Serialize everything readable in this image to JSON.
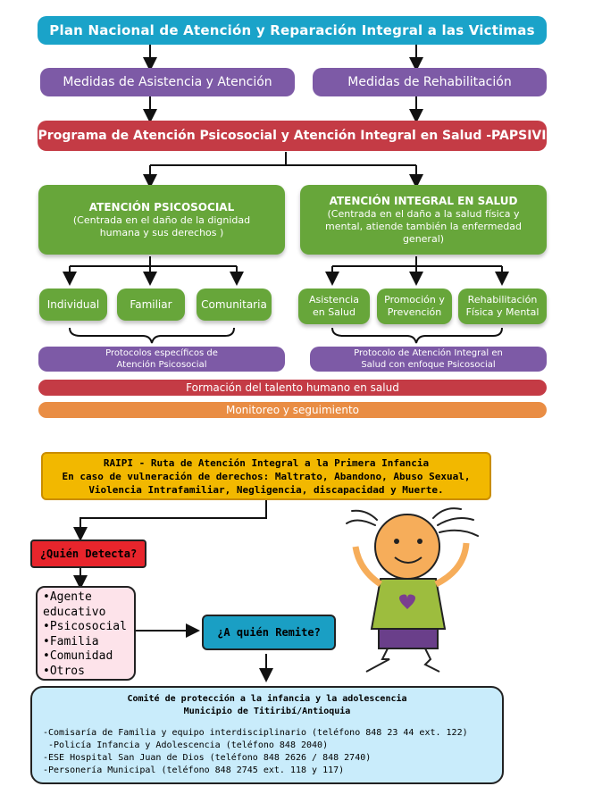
{
  "top": {
    "title": "Plan Nacional de Atención y Reparación Integral a las Victimas",
    "left_measure": "Medidas de Asistencia y Atención",
    "right_measure": "Medidas de Rehabilitación",
    "program": "Programa de Atención Psicosocial y Atención Integral en Salud -PAPSIVI",
    "psico_title": "ATENCIÓN PSICOSOCIAL",
    "psico_sub": "(Centrada en el daño de la dignidad humana y sus derechos )",
    "salud_title": "ATENCIÓN INTEGRAL EN SALUD",
    "salud_sub": "(Centrada en el daño a la salud física y mental, atiende también la enfermedad general)",
    "individual": "Individual",
    "familiar": "Familiar",
    "comunitaria": "Comunitaria",
    "asistencia": "Asistencia en Salud",
    "promocion": "Promoción y Prevención",
    "rehabilitacion": "Rehabilitación Física y Mental",
    "protocolos_psico": "Protocolos específicos de Atención Psicosocial",
    "protocolo_salud": "Protocolo de Atención Integral en Salud con enfoque Psicosocial",
    "formacion": "Formación del talento humano en salud",
    "monitoreo": "Monitoreo y seguimiento"
  },
  "raipi": {
    "line1": "RAIPI - Ruta de Atención Integral a la Primera Infancia",
    "line2": "En caso de vulneración de derechos: Maltrato, Abandono, Abuso Sexual,",
    "line3": "Violencia Intrafamiliar, Negligencia, discapacidad y Muerte.",
    "quien_detecta": "¿Quién Detecta?",
    "detectores": [
      "•Agente",
      "educativo",
      "•Psicosocial",
      "•Familia",
      "•Comunidad",
      "•Otros"
    ],
    "quien_remite": "¿A quién Remite?",
    "comite_title": "Comité de protección a la infancia y la adolescencia",
    "comite_sub": "Municipio de Titiribí/Antioquia",
    "contacts": [
      "-Comisaría de Familia y equipo interdisciplinario (teléfono 848 23 44 ext. 122)",
      " -Policía Infancia y Adolescencia (teléfono 848 2040)",
      "-ESE Hospital San Juan de Dios (teléfono 848 2626 / 848 2740)",
      "-Personería Municipal (teléfono 848 2745 ext. 118 y 117)"
    ]
  },
  "colors": {
    "blue": "#1aa3c9",
    "purple": "#7d5aa6",
    "red": "#c43b45",
    "green": "#67a63a",
    "orange": "#e98d44",
    "yellow": "#f2b800",
    "light_blue": "#c9ecfb",
    "pink": "#fde3ea"
  }
}
